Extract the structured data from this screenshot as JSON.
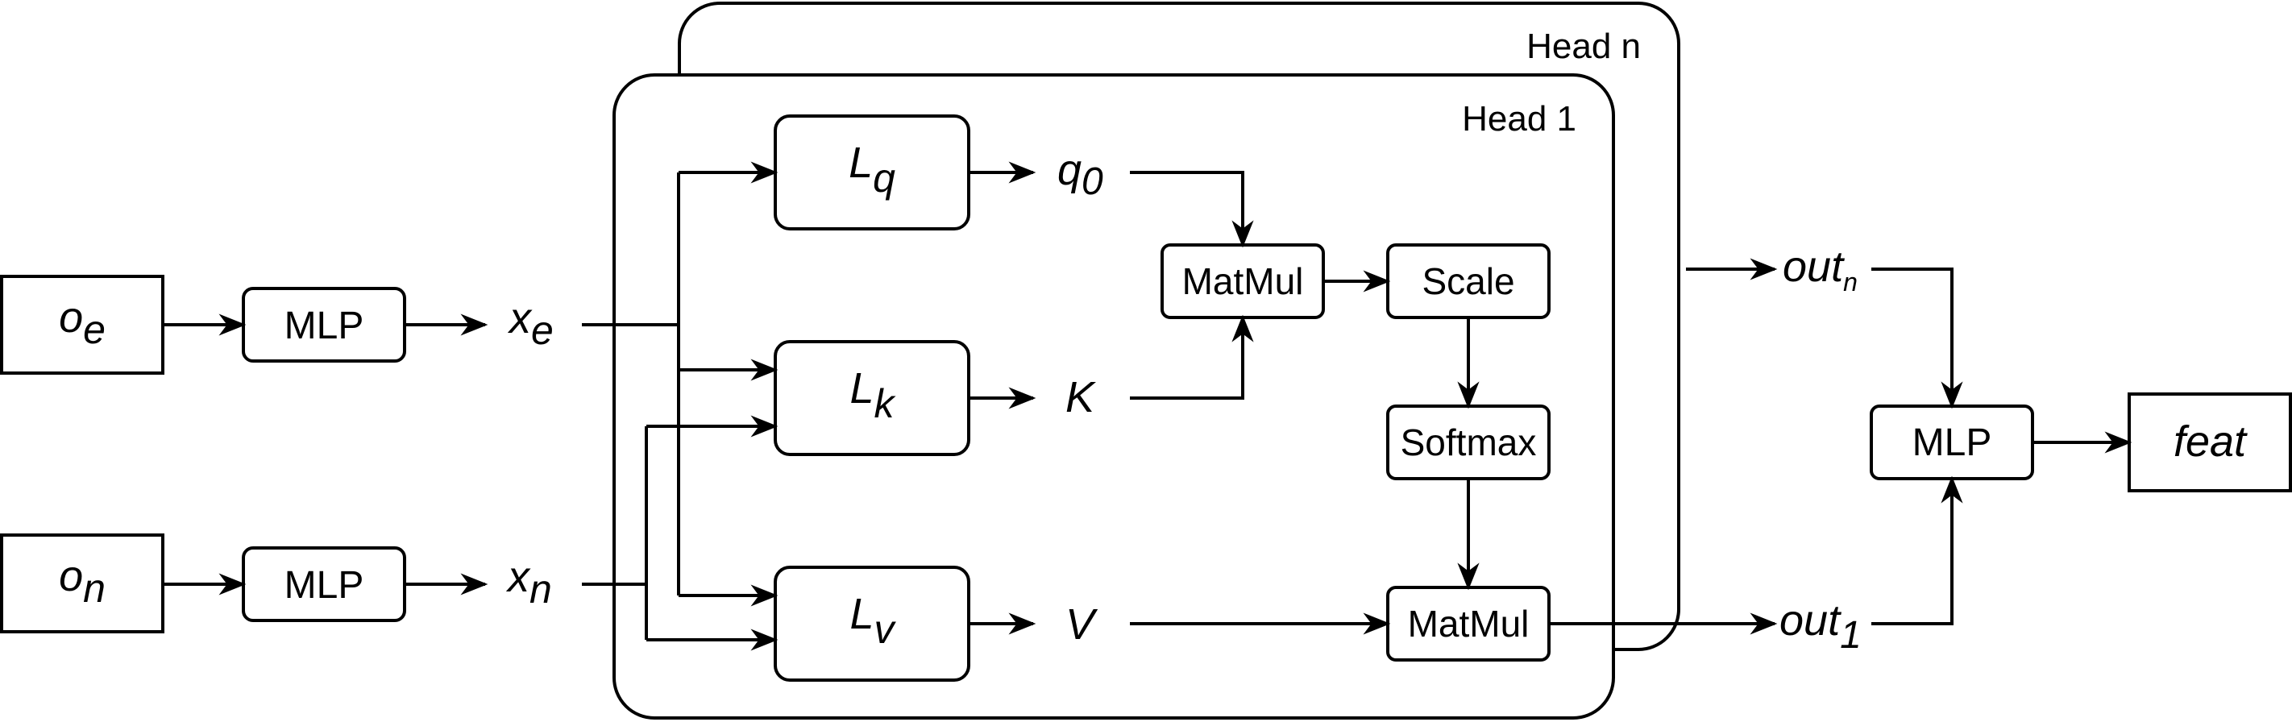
{
  "heads": {
    "head_n": "Head n",
    "head_1": "Head 1"
  },
  "inputs": {
    "oe": {
      "base": "o",
      "sub": "e"
    },
    "on": {
      "base": "o",
      "sub": "n"
    }
  },
  "mlp": {
    "label": "MLP"
  },
  "embeddings": {
    "xe": {
      "base": "x",
      "sub": "e"
    },
    "xn": {
      "base": "x",
      "sub": "n"
    }
  },
  "linear": {
    "lq": {
      "base": "L",
      "sub": "q"
    },
    "lk": {
      "base": "L",
      "sub": "k"
    },
    "lv": {
      "base": "L",
      "sub": "v"
    }
  },
  "qkv": {
    "q": {
      "base": "q",
      "sub": "0"
    },
    "k": "K",
    "v": "V"
  },
  "ops": {
    "matmul": "MatMul",
    "scale": "Scale",
    "softmax": "Softmax"
  },
  "outputs": {
    "outn": {
      "base": "out",
      "sub": "n"
    },
    "out1": {
      "base": "out",
      "sub": "1"
    },
    "mlp": "MLP",
    "feat": "feat"
  }
}
